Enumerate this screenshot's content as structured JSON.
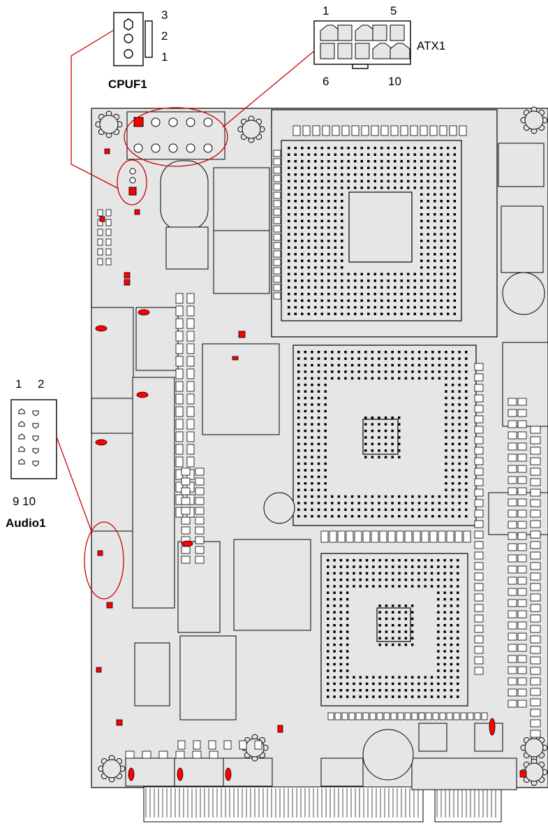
{
  "connectors": {
    "cpuf1": {
      "title": "CPUF1",
      "pins": [
        "3",
        "2",
        "1"
      ]
    },
    "atx1": {
      "title": "ATX1",
      "pin_labels": {
        "top_left": "1",
        "top_right": "5",
        "bottom_left": "6",
        "bottom_right": "10"
      }
    },
    "audio1": {
      "title": "Audio1",
      "pin_labels": {
        "top_left": "1",
        "top_right": "2",
        "bottom": "9 10"
      }
    }
  },
  "colors": {
    "board_fill": "#e6e6e6",
    "outline": "#000000",
    "pin1_marker": "#ff0000",
    "callout_line": "#cc0000"
  }
}
